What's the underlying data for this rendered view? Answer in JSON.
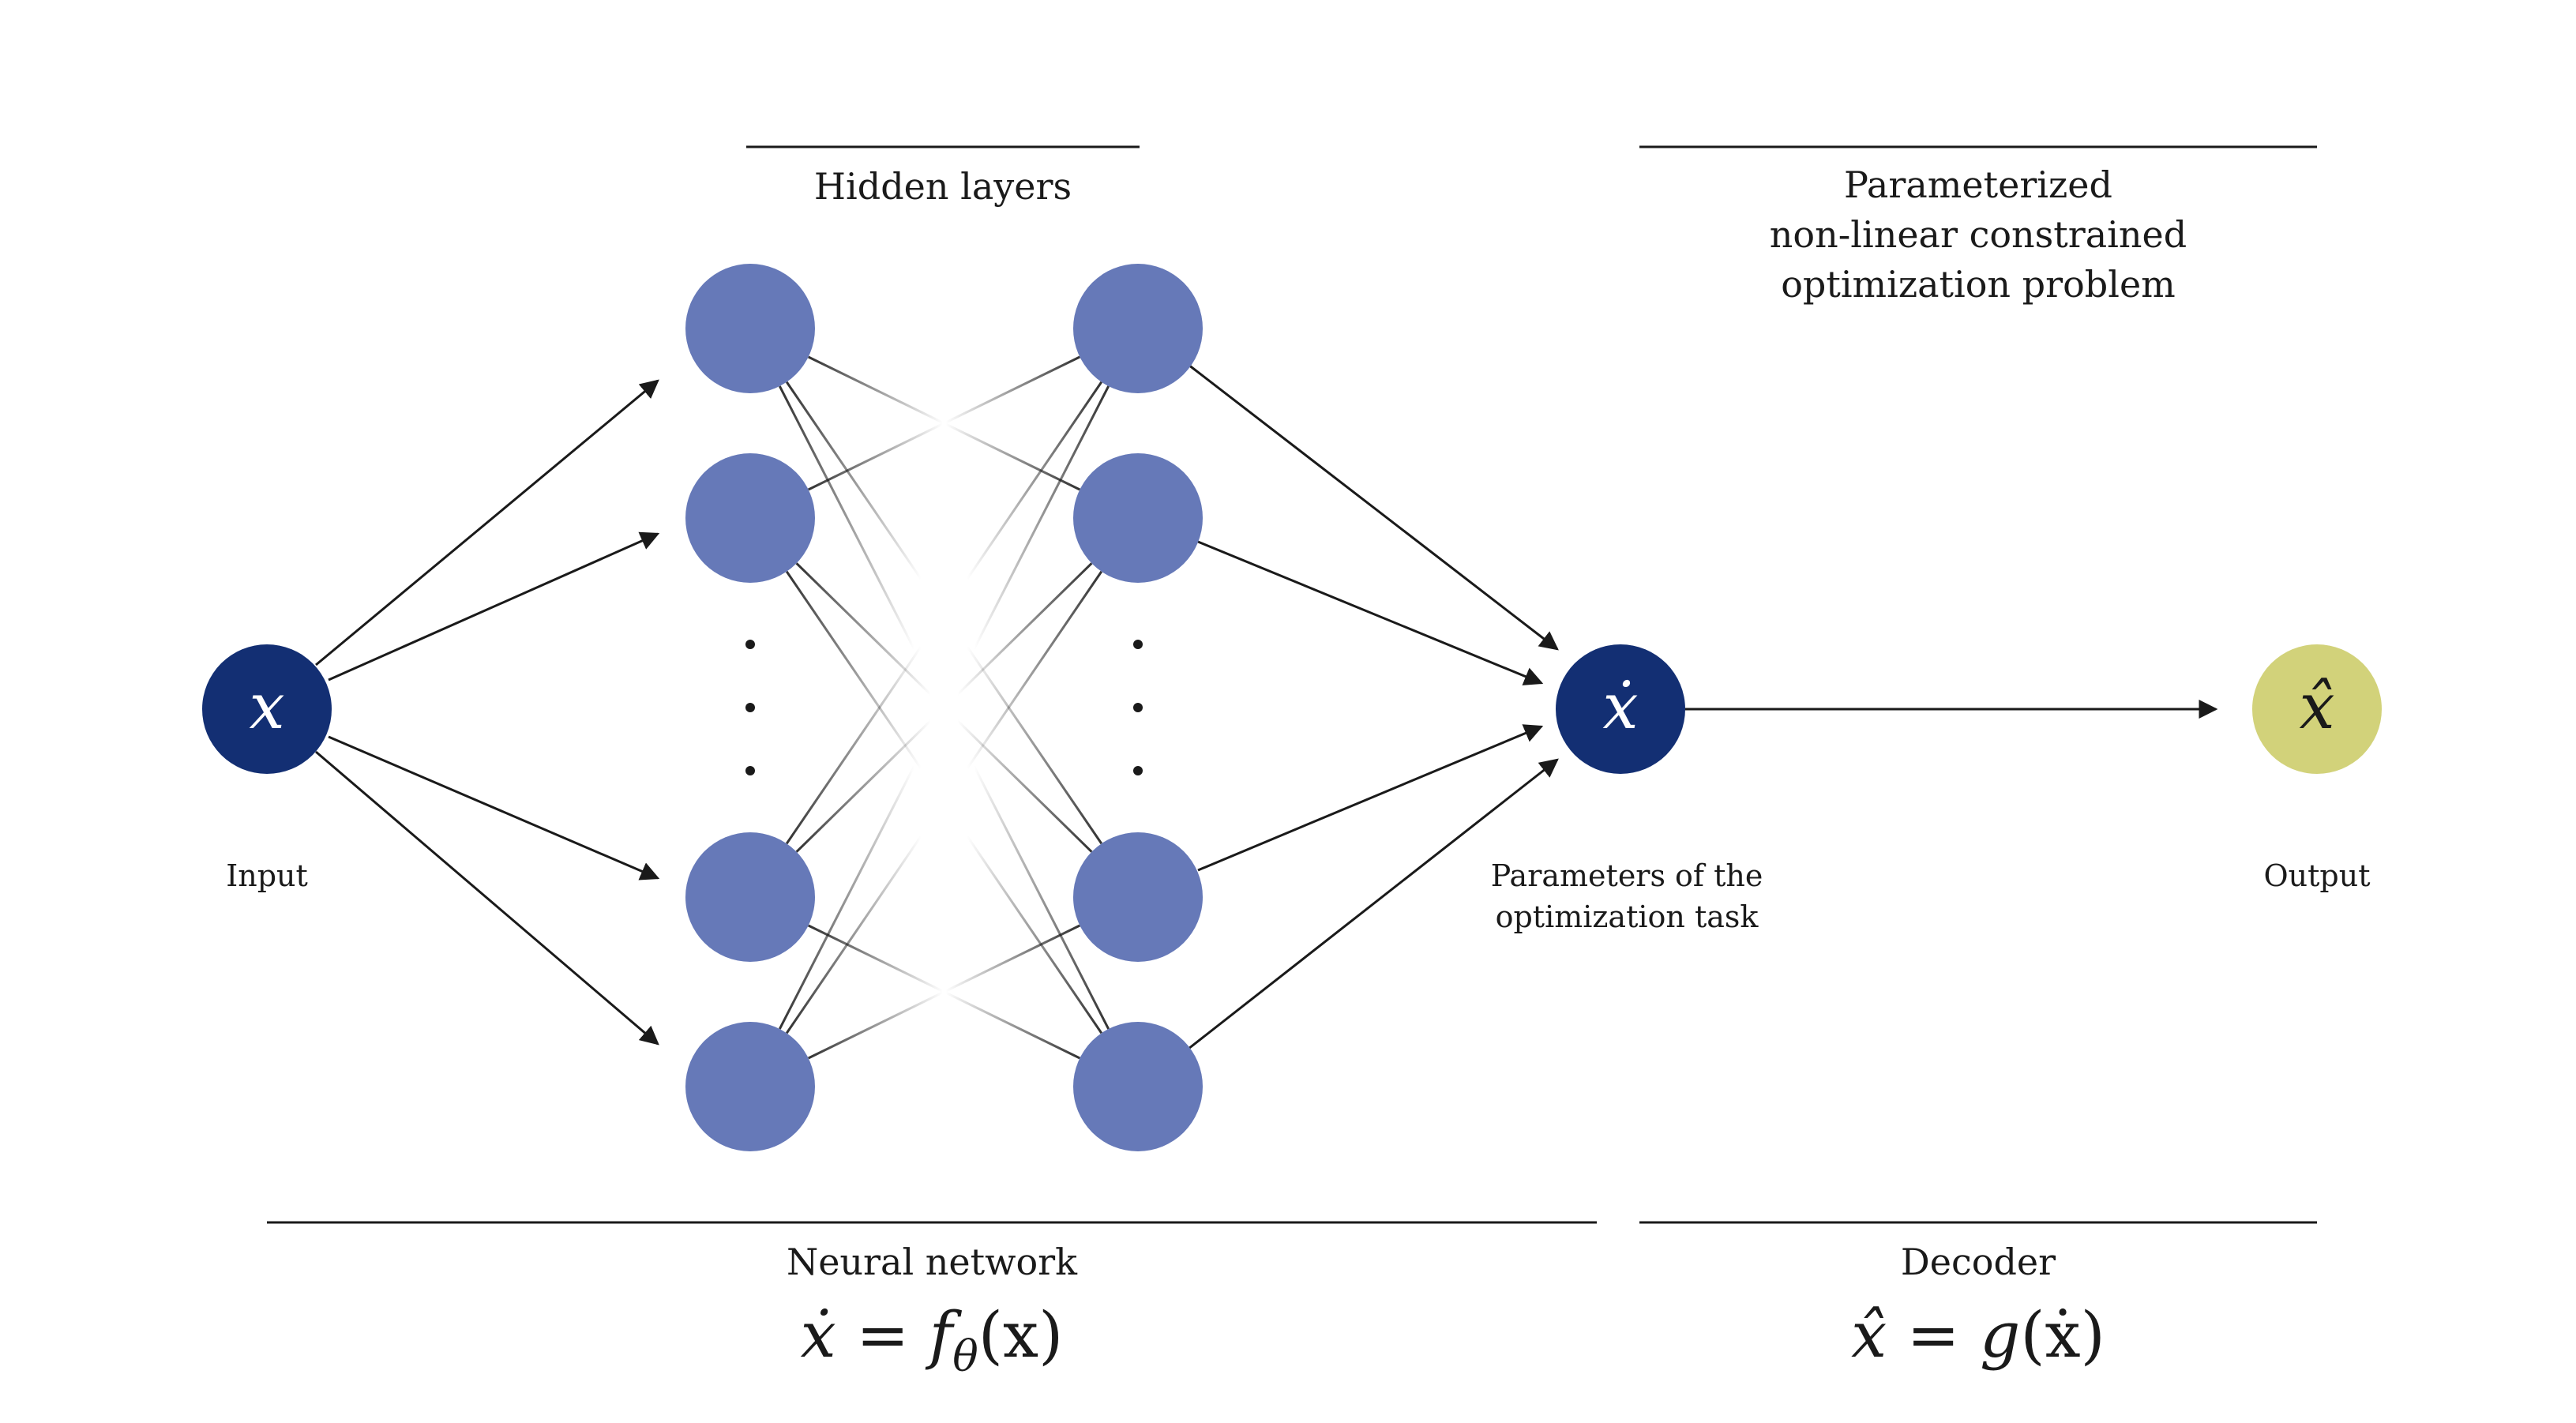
{
  "colors": {
    "input_node": "#132f73",
    "hidden_node": "#6679b8",
    "param_node": "#132f73",
    "output_node": "#d2d27a",
    "ink": "#1a1a1a"
  },
  "labels": {
    "hidden_layers": "Hidden layers",
    "decoder_title": [
      "Parameterized",
      "non-linear constrained",
      "optimization problem"
    ],
    "input": "Input",
    "output": "Output",
    "params": [
      "Parameters of the",
      "optimization task"
    ],
    "neural_network": "Neural network",
    "decoder": "Decoder"
  },
  "nodes": {
    "input": "x",
    "params": "ẋ",
    "output": "x̂"
  },
  "formulas": {
    "nn": {
      "lhs": "ẋ",
      "eq": " = ",
      "f": "f",
      "sub": "θ",
      "arg": "(x)"
    },
    "decoder": {
      "lhs": "x̂",
      "eq": " = ",
      "f": "g",
      "arg": "(ẋ)"
    }
  },
  "ellipsis": "⋮"
}
